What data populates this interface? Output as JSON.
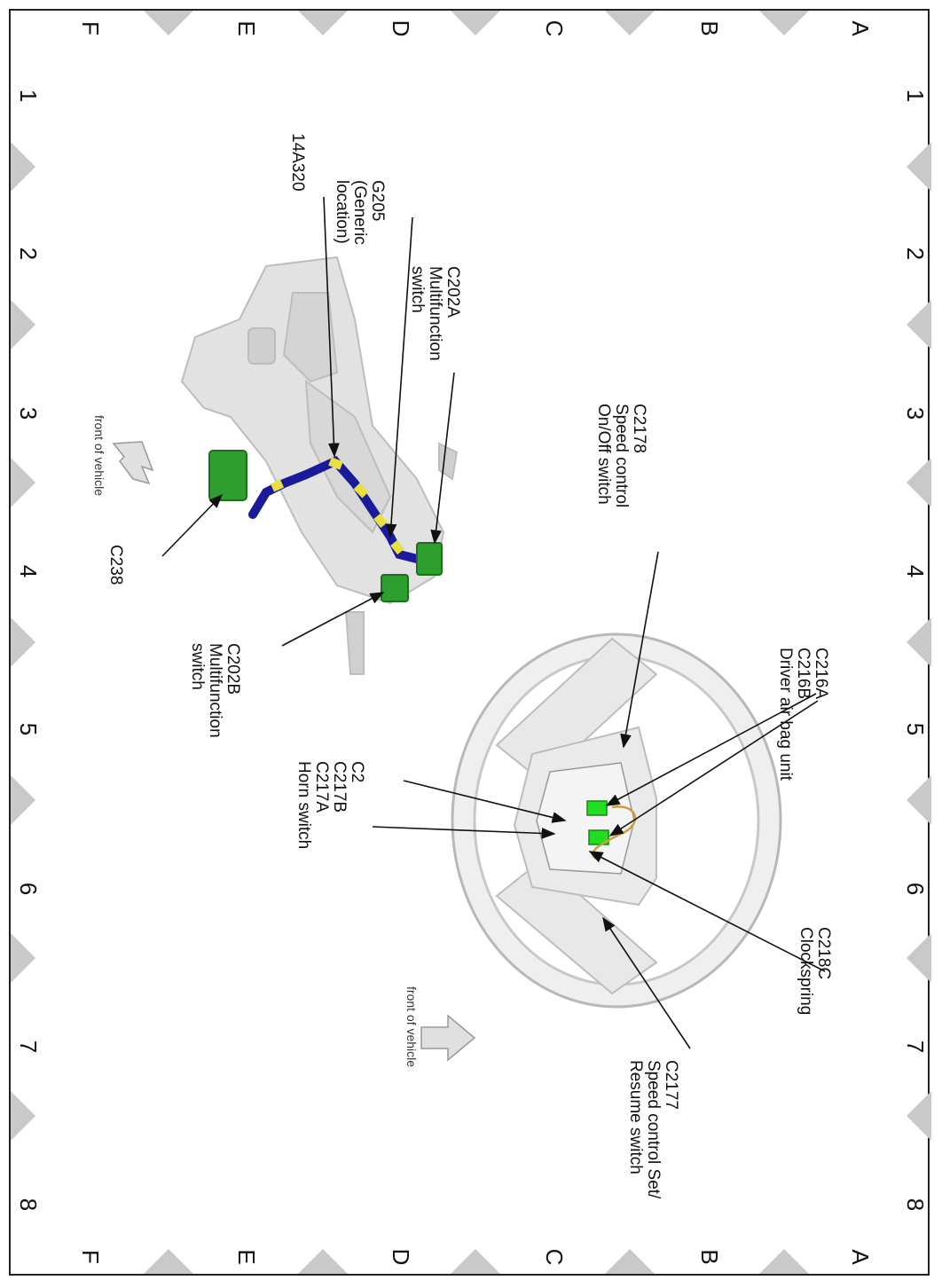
{
  "grid": {
    "letters": [
      "A",
      "B",
      "C",
      "D",
      "E",
      "F"
    ],
    "numbers": [
      "1",
      "2",
      "3",
      "4",
      "5",
      "6",
      "7",
      "8"
    ]
  },
  "labels": {
    "c2178": [
      "C2178",
      "Speed control",
      "On/Off switch"
    ],
    "c202a": [
      "C202A",
      "Multifunction",
      "switch"
    ],
    "g205": [
      "G205",
      "(Generic",
      "location)"
    ],
    "harness": [
      "14A320"
    ],
    "c238": [
      "C238"
    ],
    "c202b": [
      "C202B",
      "Multifunction",
      "switch"
    ],
    "c216": [
      "C216A",
      "C216B",
      "Driver air bag unit"
    ],
    "c217": [
      "C2",
      "C217B",
      "C217A",
      "Horn switch"
    ],
    "c218c": [
      "C218C",
      "Clockspring"
    ],
    "c2177": [
      "C2177",
      "Speed control Set/",
      "Resume switch"
    ]
  },
  "front_of_vehicle_left": "front of vehicle",
  "front_of_vehicle_right": "front of vehicle",
  "colors": {
    "connector": "#2e9e2e",
    "connector_bright": "#22dd22",
    "harness": "#1a1a9a",
    "harness_stripe": "#e8e040",
    "part_gray": "#dcdcdc",
    "triangle": "#c9c9c9"
  }
}
